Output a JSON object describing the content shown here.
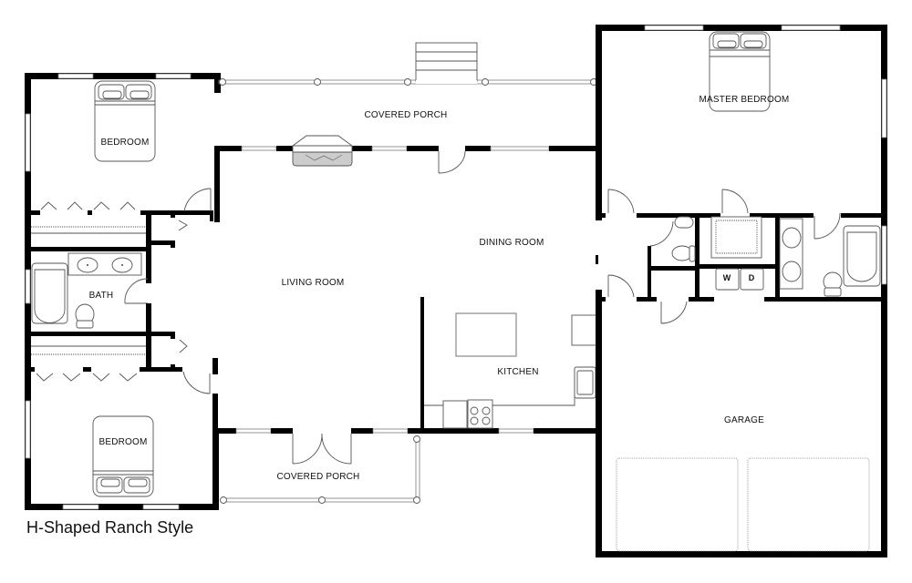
{
  "diagram": {
    "title": "H-Shaped Ranch Style",
    "type": "floor-plan",
    "colors": {
      "wall": "#000000",
      "background": "#ffffff",
      "fixture_stroke": "#555555",
      "fireplace_fill": "#c8c8c8"
    },
    "rooms": [
      {
        "id": "bedroom-nw",
        "label": "BEDROOM"
      },
      {
        "id": "covered-porch-north",
        "label": "COVERED PORCH"
      },
      {
        "id": "master-bedroom",
        "label": "MASTER BEDROOM"
      },
      {
        "id": "dining-room",
        "label": "DINING ROOM"
      },
      {
        "id": "living-room",
        "label": "LIVING ROOM"
      },
      {
        "id": "bath",
        "label": "BATH"
      },
      {
        "id": "kitchen",
        "label": "KITCHEN"
      },
      {
        "id": "garage",
        "label": "GARAGE"
      },
      {
        "id": "bedroom-sw",
        "label": "BEDROOM"
      },
      {
        "id": "covered-porch-south",
        "label": "COVERED PORCH"
      }
    ],
    "appliances": {
      "washer": "W",
      "dryer": "D"
    }
  }
}
